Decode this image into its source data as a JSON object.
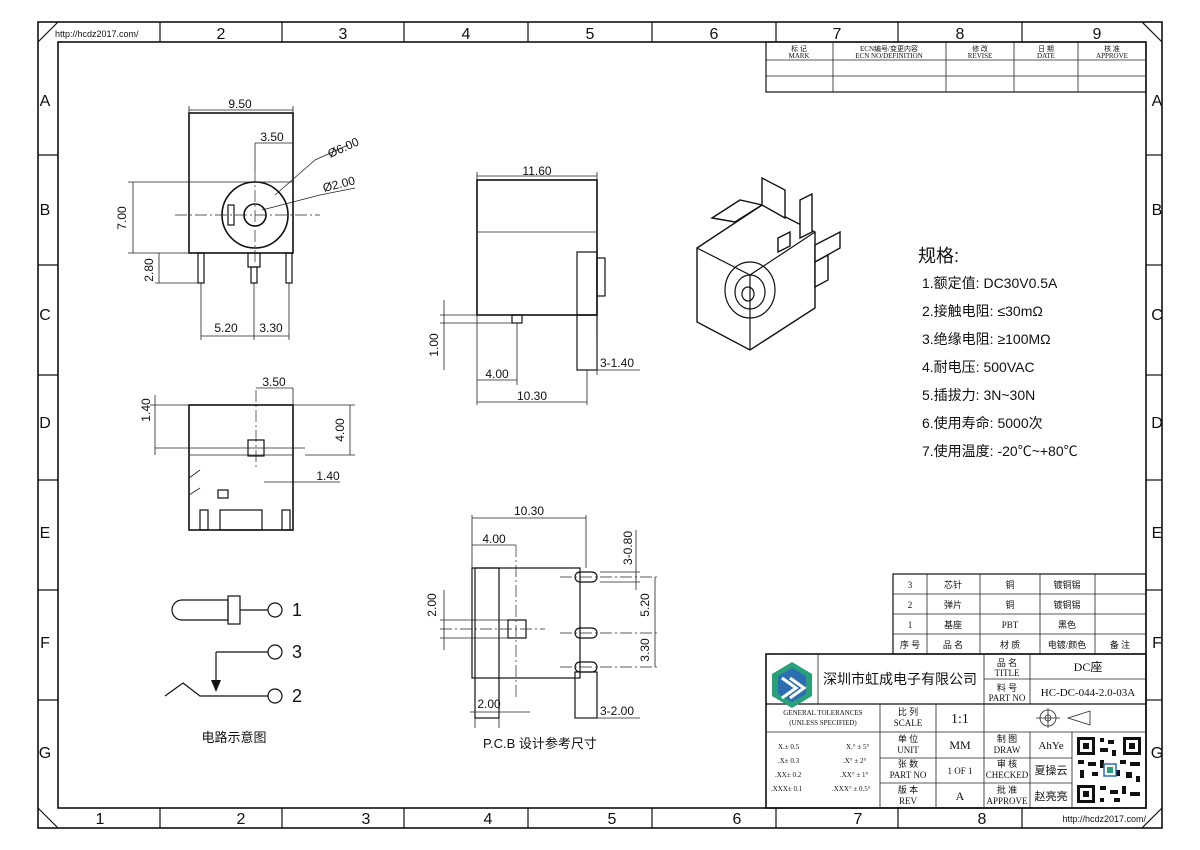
{
  "frame": {
    "url_top": "http://hcdz2017.com/",
    "url_bottom": "http://hcdz2017.com/",
    "columns": [
      "1",
      "2",
      "3",
      "4",
      "5",
      "6",
      "7",
      "8",
      "9"
    ],
    "rows": [
      "A",
      "B",
      "C",
      "D",
      "E",
      "F",
      "G"
    ]
  },
  "revision_block": {
    "headers": [
      {
        "cn": "标 记",
        "en": "MARK"
      },
      {
        "cn": "ECN编号/变更内容",
        "en": "ECN NO/DEFINITION"
      },
      {
        "cn": "修 改",
        "en": "REVISE"
      },
      {
        "cn": "日 期",
        "en": "DATE"
      },
      {
        "cn": "核 准",
        "en": "APPROVE"
      }
    ]
  },
  "dimensions": {
    "front_width": "9.50",
    "front_offset": "3.50",
    "outer_dia": "Ø6.00",
    "inner_dia": "Ø2.00",
    "front_height": "7.00",
    "pin_len": "2.80",
    "pin_span_a": "5.20",
    "pin_span_b": "3.30",
    "side_width": "11.60",
    "side_pin_h": "1.00",
    "side_pin_off": "4.00",
    "side_depth": "10.30",
    "side_pin_w": "3-1.40",
    "bottom_off": "3.50",
    "bottom_h1": "1.40",
    "bottom_h2": "4.00",
    "bottom_w": "1.40",
    "pcb_depth": "10.30",
    "pcb_off": "4.00",
    "pcb_slot": "3-0.80",
    "pcb_h": "2.00",
    "pcb_span_a": "5.20",
    "pcb_span_b": "3.30",
    "pcb_pin_off": "2.00",
    "pcb_pin_w": "3-2.00"
  },
  "circuit": {
    "pin1": "1",
    "pin3": "3",
    "pin2": "2",
    "caption": "电路示意图"
  },
  "pcb_caption": "P.C.B 设计参考尺寸",
  "specs": {
    "heading": "规格:",
    "items": [
      "1.额定值: DC30V0.5A",
      "2.接触电阻: ≤30mΩ",
      "3.绝缘电阻: ≥100MΩ",
      "4.耐电压: 500VAC",
      "5.插拔力: 3N~30N",
      "6.使用寿命: 5000次",
      "7.使用温度: -20℃~+80℃"
    ]
  },
  "bom": {
    "rows": [
      {
        "no": "3",
        "name": "芯针",
        "material": "铜",
        "finish": "镀铜锡",
        "note": ""
      },
      {
        "no": "2",
        "name": "弹片",
        "material": "铜",
        "finish": "镀铜锡",
        "note": ""
      },
      {
        "no": "1",
        "name": "基座",
        "material": "PBT",
        "finish": "黑色",
        "note": ""
      }
    ],
    "header": {
      "no": "序 号",
      "name": "品 名",
      "material": "材 质",
      "finish": "电镀/颜色",
      "note": "备 注"
    }
  },
  "title_block": {
    "company": "深圳市虹成电子有限公司",
    "title_label_cn": "品 名",
    "title_label_en": "TITLE",
    "title_value": "DC座",
    "partno_label_cn": "料 号",
    "partno_label_en": "PART NO",
    "partno_value": "HC-DC-044-2.0-03A",
    "tol_heading_1": "GENERAL TOLERANCES",
    "tol_heading_2": "(UNLESS SPECIFIED)",
    "tol_lin": [
      "X.± 0.5",
      ".X± 0.3",
      ".XX± 0.2",
      ".XXX± 0.1"
    ],
    "tol_ang": [
      "X.° ± 5°",
      ".X° ± 2°",
      ".XX° ± 1°",
      ".XXX° ± 0.5°"
    ],
    "scale_cn": "比 列",
    "scale_en": "SCALE",
    "scale_value": "1:1",
    "unit_cn": "单 位",
    "unit_en": "UNIT",
    "unit_value": "MM",
    "sheet_cn": "张 数",
    "sheet_en": "PART NO",
    "sheet_value": "1 OF 1",
    "rev_cn": "版 本",
    "rev_en": "REV",
    "rev_value": "A",
    "draw_cn": "制 图",
    "draw_en": "DRAW",
    "draw_value": "AhYe",
    "check_cn": "审 核",
    "check_en": "CHECKED",
    "check_value": "夏操云",
    "approve_cn": "批 准",
    "approve_en": "APPROVE",
    "approve_value": "赵亮亮"
  }
}
